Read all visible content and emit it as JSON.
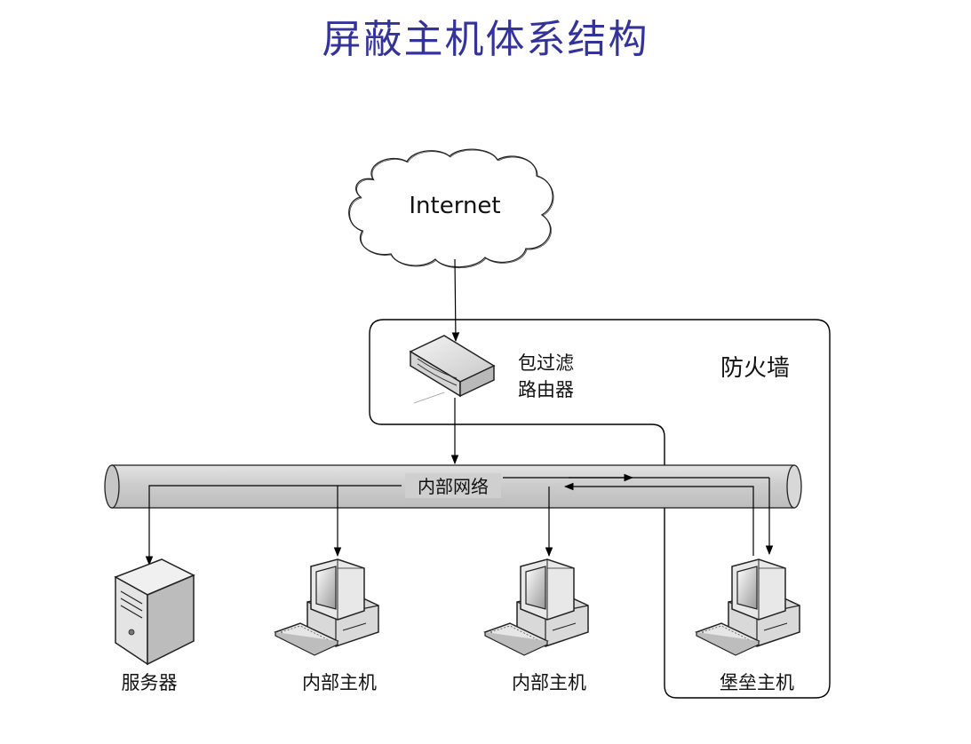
{
  "title": "屏蔽主机体系结构",
  "nodes": {
    "internet": "Internet",
    "router_line1": "包过滤",
    "router_line2": "路由器",
    "firewall": "防火墙",
    "network": "内部网络",
    "server": "服务器",
    "host1": "内部主机",
    "host2": "内部主机",
    "bastion": "堡垒主机"
  },
  "colors": {
    "title": "#33339a",
    "pipe": "#cfcfcf",
    "line": "#000000"
  }
}
